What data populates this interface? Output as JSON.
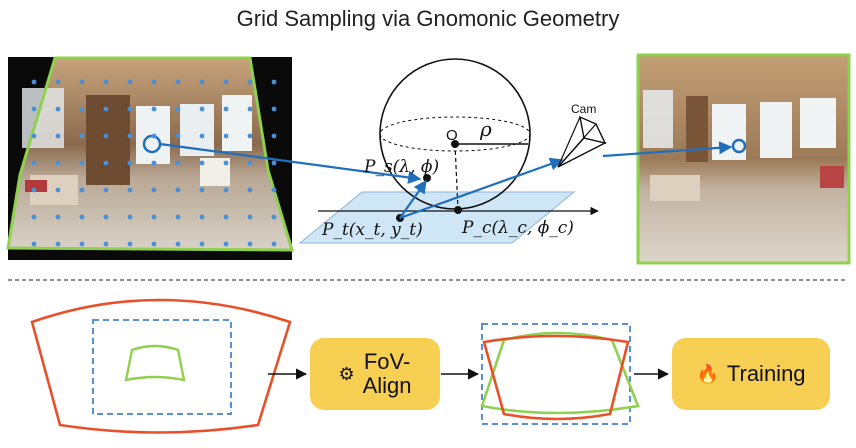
{
  "title": "Grid Sampling via Gnomonic Geometry",
  "labels": {
    "origin": "O",
    "rho": "ρ",
    "cam": "Cam",
    "ps": "P_s(λ, ϕ)",
    "pt": "P_t(x_t, y_t)",
    "pc": "P_c(λ_c, ϕ_c)"
  },
  "steps": {
    "fov_align": "FoV-\nAlign",
    "training": "Training"
  },
  "icons": {
    "fov_align": "gears-icon",
    "training": "flame-icon"
  },
  "colors": {
    "accent_blue": "#1f6fbd",
    "sample_dot": "#4a90d9",
    "green_frame": "#8fd14f",
    "orange_frame": "#e8502a",
    "dashed_blue": "#5b8fd6",
    "pill_yellow": "#f7cf53",
    "plane_fill": "#cfe6f7"
  }
}
